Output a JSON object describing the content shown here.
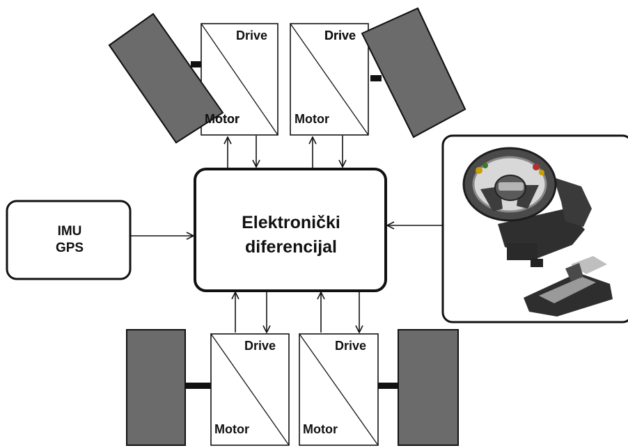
{
  "colors": {
    "wheel_fill": "#6b6b6b",
    "wheel_stroke": "#111111",
    "line": "#111111",
    "background": "#ffffff"
  },
  "central_block": {
    "line1": "Elektronički",
    "line2": "diferencijal"
  },
  "sensor_block": {
    "line1": "IMU",
    "line2": "GPS"
  },
  "input_device": {
    "icon": "steering-wheel-and-pedals-icon"
  },
  "drive_units": [
    {
      "position": "front-left",
      "drive_label": "Drive",
      "motor_label": "Motor"
    },
    {
      "position": "front-right",
      "drive_label": "Drive",
      "motor_label": "Motor"
    },
    {
      "position": "rear-left",
      "drive_label": "Drive",
      "motor_label": "Motor"
    },
    {
      "position": "rear-right",
      "drive_label": "Drive",
      "motor_label": "Motor"
    }
  ]
}
